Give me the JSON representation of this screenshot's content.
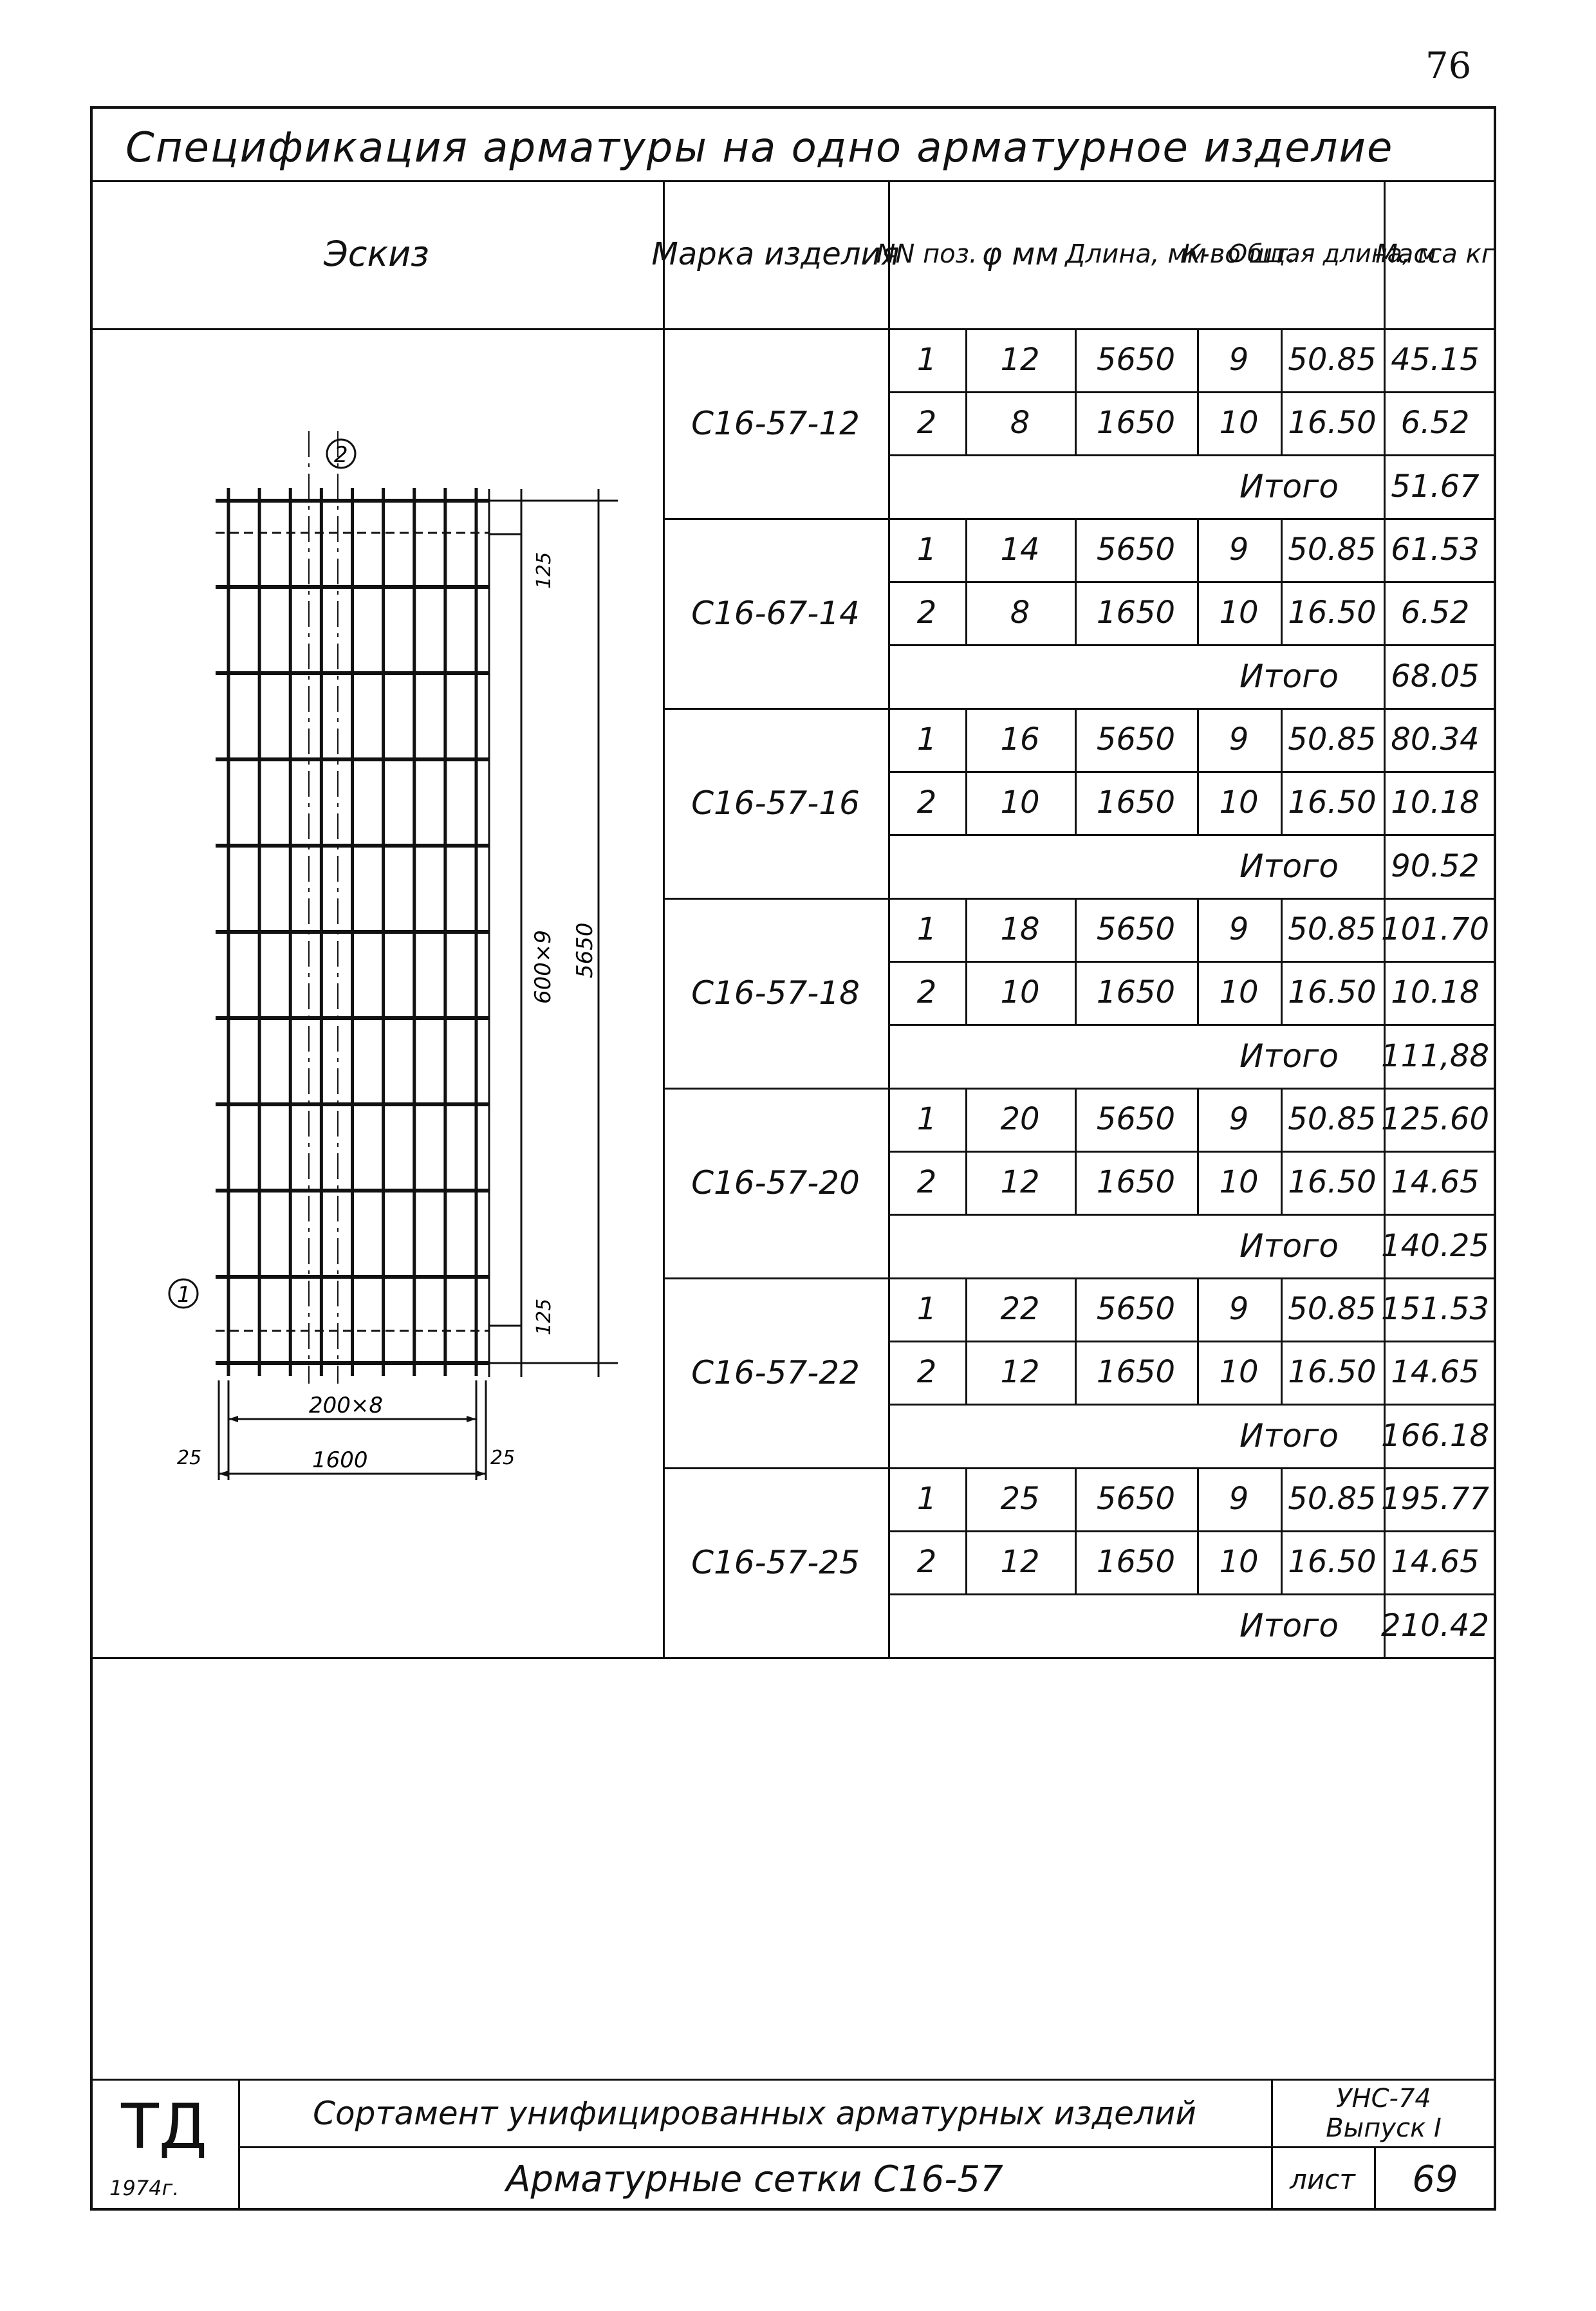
{
  "page_number": "76",
  "title": "Спецификация арматуры на одно арматурное изделие",
  "headers": {
    "sketch": "Эскиз",
    "mark": "Марка изделия",
    "pos": "NN поз.",
    "dia": "φ мм",
    "length": "Длина, мм",
    "qty": "К-во шт.",
    "total_len": "Общая длина, м",
    "mass": "Масса кг"
  },
  "itogo_label": "Итого",
  "groups": [
    {
      "mark": "С16-57-12",
      "rows": [
        {
          "pos": "1",
          "dia": "12",
          "len": "5650",
          "qty": "9",
          "total": "50.85",
          "mass": "45.15"
        },
        {
          "pos": "2",
          "dia": "8",
          "len": "1650",
          "qty": "10",
          "total": "16.50",
          "mass": "6.52"
        }
      ],
      "itogo": "51.67"
    },
    {
      "mark": "С16-67-14",
      "rows": [
        {
          "pos": "1",
          "dia": "14",
          "len": "5650",
          "qty": "9",
          "total": "50.85",
          "mass": "61.53"
        },
        {
          "pos": "2",
          "dia": "8",
          "len": "1650",
          "qty": "10",
          "total": "16.50",
          "mass": "6.52"
        }
      ],
      "itogo": "68.05"
    },
    {
      "mark": "С16-57-16",
      "rows": [
        {
          "pos": "1",
          "dia": "16",
          "len": "5650",
          "qty": "9",
          "total": "50.85",
          "mass": "80.34"
        },
        {
          "pos": "2",
          "dia": "10",
          "len": "1650",
          "qty": "10",
          "total": "16.50",
          "mass": "10.18"
        }
      ],
      "itogo": "90.52"
    },
    {
      "mark": "С16-57-18",
      "rows": [
        {
          "pos": "1",
          "dia": "18",
          "len": "5650",
          "qty": "9",
          "total": "50.85",
          "mass": "101.70"
        },
        {
          "pos": "2",
          "dia": "10",
          "len": "1650",
          "qty": "10",
          "total": "16.50",
          "mass": "10.18"
        }
      ],
      "itogo": "111,88"
    },
    {
      "mark": "С16-57-20",
      "rows": [
        {
          "pos": "1",
          "dia": "20",
          "len": "5650",
          "qty": "9",
          "total": "50.85",
          "mass": "125.60"
        },
        {
          "pos": "2",
          "dia": "12",
          "len": "1650",
          "qty": "10",
          "total": "16.50",
          "mass": "14.65"
        }
      ],
      "itogo": "140.25"
    },
    {
      "mark": "С16-57-22",
      "rows": [
        {
          "pos": "1",
          "dia": "22",
          "len": "5650",
          "qty": "9",
          "total": "50.85",
          "mass": "151.53"
        },
        {
          "pos": "2",
          "dia": "12",
          "len": "1650",
          "qty": "10",
          "total": "16.50",
          "mass": "14.65"
        }
      ],
      "itogo": "166.18"
    },
    {
      "mark": "С16-57-25",
      "rows": [
        {
          "pos": "1",
          "dia": "25",
          "len": "5650",
          "qty": "9",
          "total": "50.85",
          "mass": "195.77"
        },
        {
          "pos": "2",
          "dia": "12",
          "len": "1650",
          "qty": "10",
          "total": "16.50",
          "mass": "14.65"
        }
      ],
      "itogo": "210.42"
    }
  ],
  "sketch": {
    "pos1": "1",
    "pos2": "2",
    "dim_top": "125",
    "dim_bottom": "125",
    "dim_spacing": "600×9",
    "dim_height": "5650",
    "dim_width_spacing": "200×8",
    "dim_width": "1600",
    "dim_left_overhang": "25",
    "dim_right_overhang": "25"
  },
  "title_block": {
    "logo": "ТД",
    "year": "1974г.",
    "line1": "Сортамент унифицированных арматурных изделий",
    "line2": "Арматурные сетки С16-57",
    "code": "УНС-74",
    "issue": "Выпуск I",
    "sheet_label": "лист",
    "sheet_number": "69"
  }
}
